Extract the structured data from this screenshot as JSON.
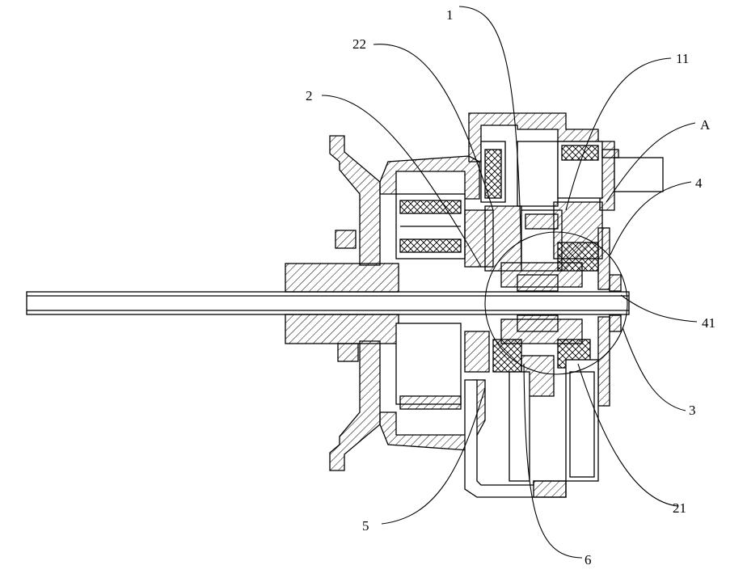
{
  "figure": {
    "labels": {
      "l1": "1",
      "l22": "22",
      "l11": "11",
      "l2": "2",
      "lA": "A",
      "l4": "4",
      "l41": "41",
      "l3": "3",
      "l21": "21",
      "l5": "5",
      "l6": "6"
    }
  }
}
